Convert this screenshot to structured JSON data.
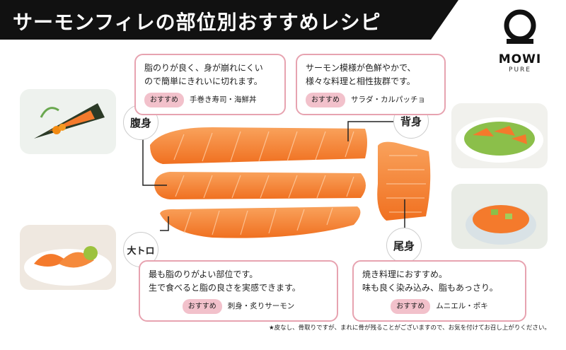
{
  "title": "サーモンフィレの部位別おすすめレシピ",
  "logo": {
    "brand": "MOWI",
    "sub": "PURE"
  },
  "sections": {
    "belly": {
      "label": "腹身",
      "desc_line1": "脂のりが良く、身が崩れにくい",
      "desc_line2": "ので簡単にきれいに切れます。",
      "tag": "おすすめ",
      "recipe": "手巻き寿司・海鮮丼"
    },
    "back": {
      "label": "背身",
      "desc_line1": "サーモン模様が色鮮やかで、",
      "desc_line2": "様々な料理と相性抜群です。",
      "tag": "おすすめ",
      "recipe": "サラダ・カルパッチョ"
    },
    "otoro": {
      "label": "大トロ",
      "desc_line1": "最も脂のりがよい部位です。",
      "desc_line2": "生で食べると脂の良さを実感できます。",
      "tag": "おすすめ",
      "recipe": "刺身・炙りサーモン"
    },
    "tail": {
      "label": "尾身",
      "desc_line1": "焼き料理におすすめ。",
      "desc_line2": "味も良く染み込み、脂もあっさり。",
      "tag": "おすすめ",
      "recipe": "ムニエル・ポキ"
    }
  },
  "footnote": "★皮なし、骨取りですが、まれに骨が残ることがございますので、お気を付けてお召し上がりください。",
  "colors": {
    "salmon": "#f47a2c",
    "salmon_light": "#f9a25c",
    "tag_pink": "#f2c1cb",
    "border_pink": "#e7a3b0"
  }
}
